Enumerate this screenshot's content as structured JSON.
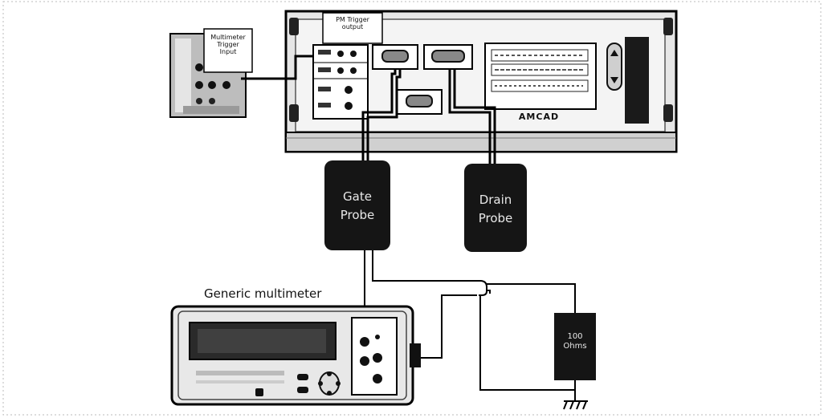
{
  "labels": {
    "pm_trigger_output": "PM Trigger\noutput",
    "multimeter_trigger_input": "Multimeter\nTrigger\nInput",
    "brand": "AMCAD",
    "gate_probe": "Gate\nProbe",
    "drain_probe": "Drain\nProbe",
    "generic_multimeter": "Generic multimeter",
    "resistor": "100\nOhms"
  },
  "colors": {
    "line": "#000000",
    "probe_fill": "#151515",
    "device_panel": "#d9d9d9",
    "paper": "#ffffff"
  },
  "icons": {
    "ground": "ground-symbol"
  }
}
